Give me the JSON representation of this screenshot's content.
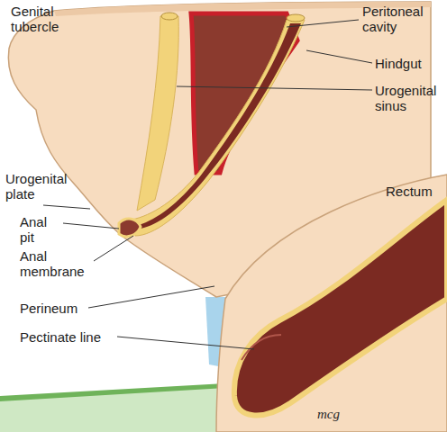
{
  "diagram": {
    "labels": [
      "Genital tubercle",
      "Peritoneal cavity",
      "Hindgut",
      "Urogenital sinus",
      "Urogenital plate",
      "Rectum",
      "Anal pit",
      "Anal membrane",
      "Perineum",
      "Pectinate line",
      "mcg"
    ]
  }
}
